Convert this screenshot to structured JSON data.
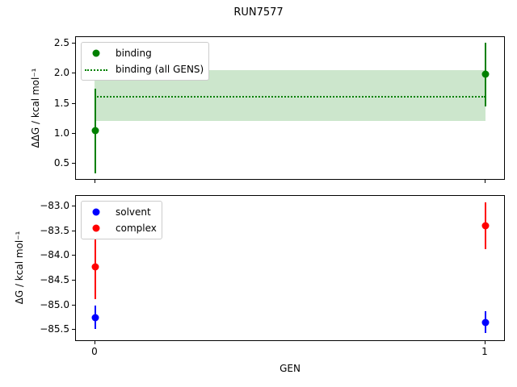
{
  "title": "RUN7577",
  "xlabel": "GEN",
  "colors": {
    "binding": "#008000",
    "solvent": "#0000ff",
    "complex": "#ff0000"
  },
  "panels": {
    "top": {
      "ylabel": "ΔΔG / kcal mol⁻¹",
      "yticks": [
        "2.5",
        "2.0",
        "1.5",
        "1.0",
        "0.5"
      ],
      "legend": [
        {
          "label": "binding",
          "handle": "dot",
          "color": "#008000"
        },
        {
          "label": "binding (all GENS)",
          "handle": "dotted-line",
          "color": "#008000"
        }
      ]
    },
    "bottom": {
      "ylabel": "ΔG / kcal mol⁻¹",
      "yticks": [
        "−83.0",
        "−83.5",
        "−84.0",
        "−84.5",
        "−85.0",
        "−85.5"
      ],
      "legend": [
        {
          "label": "solvent",
          "handle": "dot",
          "color": "#0000ff"
        },
        {
          "label": "complex",
          "handle": "dot",
          "color": "#ff0000"
        }
      ]
    }
  },
  "xticklabels": [
    "0",
    "1"
  ],
  "chart_data": [
    {
      "type": "scatter",
      "panel": "top",
      "title": "RUN7577",
      "xlabel": "GEN",
      "ylabel": "ΔΔG / kcal mol⁻¹",
      "x": [
        0,
        1
      ],
      "xlim": [
        -0.09,
        1.09
      ],
      "ylim": [
        0.22,
        2.72
      ],
      "yticks": [
        2.5,
        2.0,
        1.5,
        1.0,
        0.5
      ],
      "grid": false,
      "legend_position": "upper left",
      "series": [
        {
          "name": "binding",
          "color": "#008000",
          "marker": "o",
          "values": [
            1.05,
            1.97
          ],
          "yerr_low": [
            0.72,
            0.78
          ],
          "yerr_high": [
            0.62,
            0.53
          ],
          "error_low": [
            0.33,
            1.19
          ],
          "error_high": [
            1.67,
            2.5
          ]
        },
        {
          "name": "binding (all GENS)",
          "color": "#008000",
          "style": "dotted-line-with-band",
          "band_low": 1.18,
          "band_high": 2.09
        }
      ]
    },
    {
      "type": "scatter",
      "panel": "bottom",
      "xlabel": "GEN",
      "ylabel": "ΔG / kcal mol⁻¹",
      "x": [
        0,
        1
      ],
      "xlim": [
        -0.09,
        1.09
      ],
      "ylim": [
        -85.72,
        -82.78
      ],
      "yticks": [
        -83.0,
        -83.5,
        -84.0,
        -84.5,
        -85.0,
        -85.5
      ],
      "grid": false,
      "legend_position": "upper left",
      "series": [
        {
          "name": "solvent",
          "color": "#0000ff",
          "marker": "o",
          "values": [
            -85.28,
            -85.38
          ],
          "error_low": [
            -85.46,
            -85.52
          ],
          "error_high": [
            -85.1,
            -85.24
          ]
        },
        {
          "name": "complex",
          "color": "#ff0000",
          "marker": "o",
          "values": [
            -84.25,
            -83.42
          ],
          "error_low": [
            -84.9,
            -83.67
          ],
          "error_high": [
            -83.62,
            -83.08
          ]
        }
      ]
    }
  ]
}
